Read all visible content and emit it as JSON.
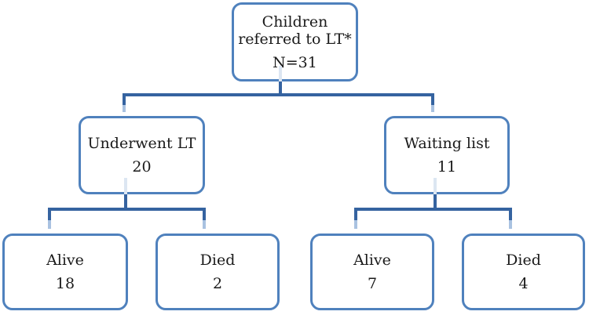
{
  "diagram": {
    "type": "flowchart-tree",
    "nodes": {
      "root": {
        "label_lines": [
          "Children",
          "referred to LT*"
        ],
        "value": "N=31"
      },
      "lt": {
        "label": "Underwent LT",
        "value": "20"
      },
      "wl": {
        "label": "Waiting list",
        "value": "11"
      },
      "lt_alive": {
        "label": "Alive",
        "value": "18"
      },
      "lt_died": {
        "label": "Died",
        "value": "2"
      },
      "wl_alive": {
        "label": "Alive",
        "value": "7"
      },
      "wl_died": {
        "label": "Died",
        "value": "4"
      }
    },
    "edges": [
      [
        "root",
        "lt"
      ],
      [
        "root",
        "wl"
      ],
      [
        "lt",
        "lt_alive"
      ],
      [
        "lt",
        "lt_died"
      ],
      [
        "wl",
        "wl_alive"
      ],
      [
        "wl",
        "wl_died"
      ]
    ]
  },
  "colors": {
    "box_border": "#4f81bd",
    "connector": "#3563a0",
    "connector_light": "#dce6f2",
    "connector_fade": "#a9c2e1",
    "text": "#1a1a1a"
  }
}
